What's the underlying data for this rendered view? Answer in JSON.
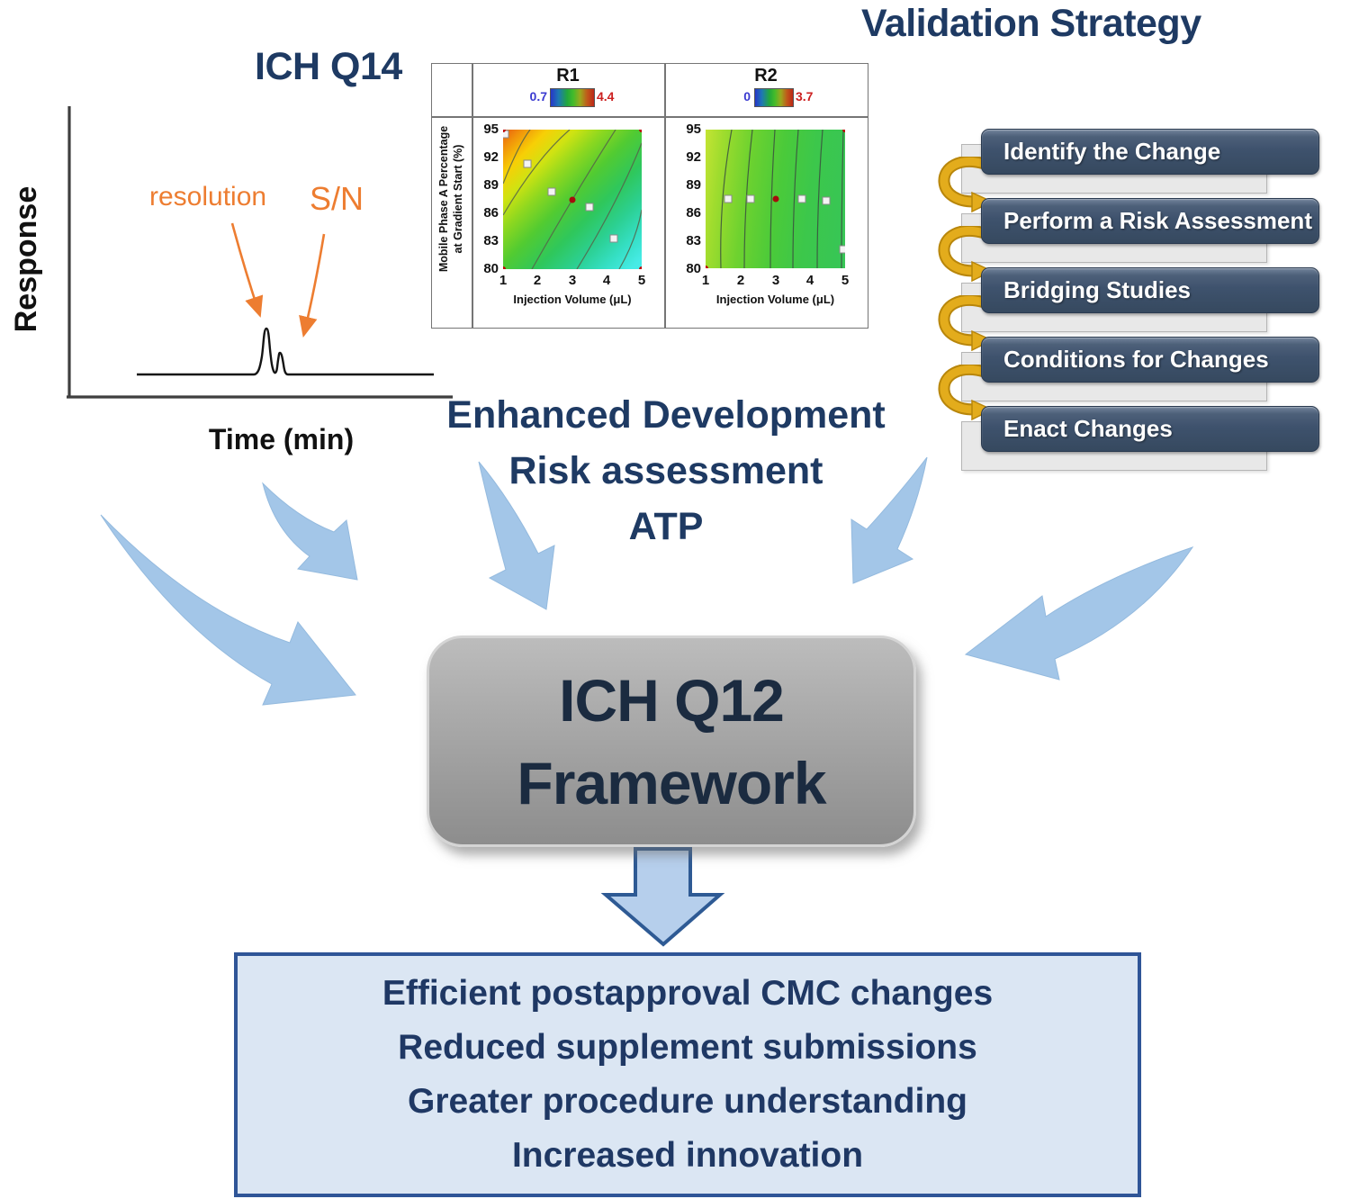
{
  "slide": {
    "labels": {
      "ich_q14": "ICH Q14",
      "validation_strategy": "Validation Strategy"
    },
    "chromatogram": {
      "y_axis_label": "Response",
      "x_axis_label": "Time (min)",
      "annotation_resolution": "resolution",
      "annotation_sn": "S/N"
    },
    "doe_table": {
      "y_axis_label_line1": "Mobile Phase A Percentage",
      "y_axis_label_line2": "at Gradient Start  (%)"
    },
    "flowchart": {
      "steps": [
        "Identify the Change",
        "Perform a Risk Assessment",
        "Bridging Studies",
        "Conditions for Changes",
        "Enact Changes"
      ]
    },
    "development": {
      "line1": "Enhanced Development",
      "line2": "Risk assessment",
      "line3": "ATP"
    },
    "framework": {
      "line1": "ICH Q12",
      "line2": "Framework"
    },
    "benefits": [
      "Efficient postapproval CMC changes",
      "Reduced supplement submissions",
      "Greater procedure understanding",
      "Increased innovation"
    ],
    "colors": {
      "navy_text": "#1e3a63",
      "orange_accent": "#ed7d31",
      "arrow_blue": "#a3c6e8",
      "framework_gray": "#9a9a9a",
      "flow_box_blue": "#3f5269",
      "gold_arrow": "#e3ac1c",
      "benefit_fill": "#dbe6f3",
      "benefit_border": "#2f5597"
    }
  },
  "chart_data": [
    {
      "type": "heatmap",
      "title": "R1",
      "xlabel": "Injection Volume (μL)",
      "ylabel": "Mobile Phase A Percentage at Gradient Start (%)",
      "xlim": [
        1,
        5
      ],
      "ylim": [
        80,
        95
      ],
      "xticks": [
        1,
        2,
        3,
        4,
        5
      ],
      "yticks_top_to_bottom": [
        95,
        92,
        89,
        86,
        83,
        80
      ],
      "colorbar": {
        "min": 0.7,
        "max": 4.4
      },
      "design_points": [
        [
          1.05,
          94.5
        ],
        [
          1.7,
          91.3
        ],
        [
          2.4,
          88.3
        ],
        [
          3.5,
          86.7
        ],
        [
          4.2,
          83.3
        ]
      ],
      "center_point": [
        3,
        87.5
      ],
      "corner_points": [
        [
          1,
          95
        ],
        [
          5,
          95
        ],
        [
          1,
          80
        ],
        [
          5,
          80
        ]
      ],
      "surface": "resolution response surface: high (orange/red) at low injection volume and high mobile phase A, decreasing diagonally to low (cyan) at high volume and low percentage"
    },
    {
      "type": "heatmap",
      "title": "R2",
      "xlabel": "Injection Volume (μL)",
      "ylabel": "Mobile Phase A Percentage at Gradient Start (%)",
      "xlim": [
        1,
        5
      ],
      "ylim": [
        80,
        95
      ],
      "xticks": [
        1,
        2,
        3,
        4,
        5
      ],
      "yticks_top_to_bottom": [
        95,
        92,
        89,
        86,
        83,
        80
      ],
      "colorbar": {
        "min": 0,
        "max": 3.7
      },
      "design_points": [
        [
          1.65,
          87.5
        ],
        [
          2.3,
          87.5
        ],
        [
          3.75,
          87.5
        ],
        [
          4.45,
          87.3
        ],
        [
          4.95,
          82
        ]
      ],
      "center_point": [
        3,
        87.5
      ],
      "corner_points": [
        [
          1,
          80
        ],
        [
          5,
          95
        ]
      ],
      "surface": "S/N response surface: nearly vertical contours, yellow-green at low injection volume shifting to green at high volume"
    }
  ]
}
